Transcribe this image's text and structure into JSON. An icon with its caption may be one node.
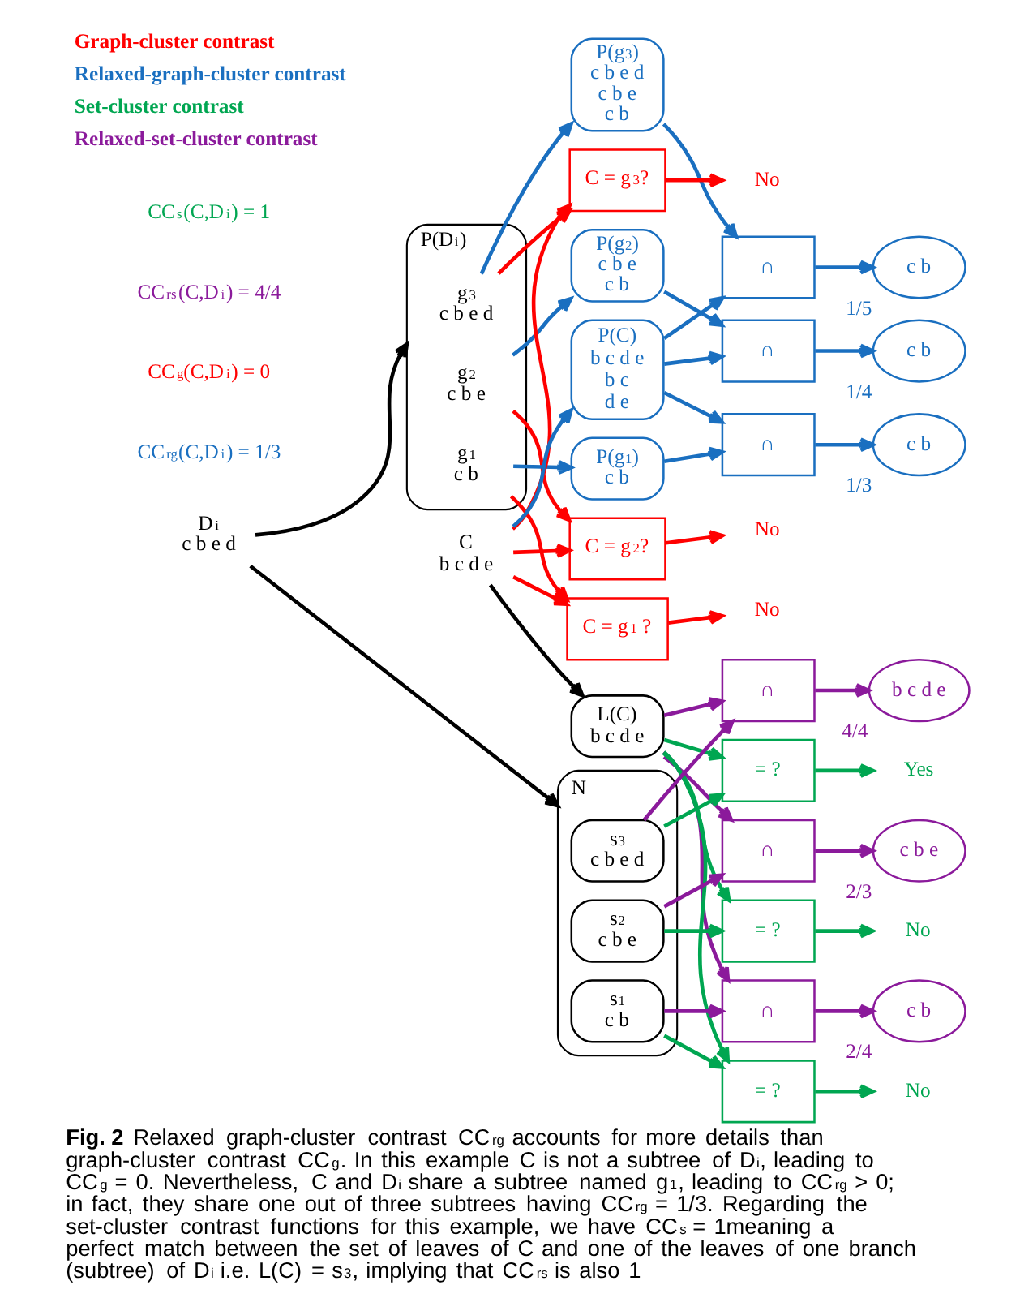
{
  "diagram": {
    "caption": "**Fig. 2** Relaxed graph-cluster contrast CC$_{rg}$ accounts for more details than graph-cluster contrast CC$_{g}$. In this example C is not a subtree of D$_{i}$, leading to CC$_{g}$ = 0. Nevertheless, C and D$_{i}$ share a subtree named g$_{1}$, leading to CC$_{rg}$ > 0; in fact, they share one out of three subtrees having CC$_{rg}$ = 1/3. Regarding the set-cluster contrast functions for this example, we have CC$_{s}$ = 1meaning a perfect match between the set of leaves of C and one of the leaves of one branch (subtree) of D$_{i}$ i.e. L(C) = s$_{3}$, implying that CC$_{rs}$ is also 1",
    "nodes": [
      {
        "text": [
          "P(D$_{i}$)"
        ]
      },
      {
        "text": [
          "g$_{3}$",
          "c b e d"
        ],
        "in": 0
      },
      {
        "text": [
          "g$_{2}$",
          "c b e"
        ],
        "in": 0
      },
      {
        "text": [
          "g$_{1}$",
          "c b"
        ],
        "in": 0
      },
      {
        "text": [
          "P(g$_{3}$)",
          "c b e d",
          "c b e",
          "c b"
        ]
      },
      {
        "text": [
          "P(g$_{2}$)",
          "c b e",
          "c b"
        ]
      },
      {
        "text": [
          "P(g$_{1}$)",
          "c b"
        ]
      },
      {
        "text": [
          "∩"
        ]
      },
      {
        "text": [
          "c b"
        ],
        "beside": [
          "1/5"
        ]
      },
      {
        "text": [
          "∩"
        ]
      },
      {
        "text": [
          "c b"
        ],
        "beside": [
          "1/4"
        ]
      },
      {
        "text": [
          "∩"
        ]
      },
      {
        "text": [
          "c b"
        ],
        "beside": [
          "1/3"
        ]
      },
      {
        "text": [
          "C = g$_{3}$?"
        ]
      },
      {
        "text": [
          "C = g$_{2}$?"
        ]
      },
      {
        "text": [
          "C = g$_{1}$ ?"
        ]
      },
      {
        "text": [
          "No"
        ]
      },
      {
        "text": [
          "No"
        ]
      },
      {
        "text": [
          "No"
        ]
      },
      {
        "text": [
          "D$_{i}$",
          "c b e d"
        ]
      },
      {
        "text": [
          "C",
          "b c d e"
        ]
      },
      {
        "text": [
          "P(C)",
          "b c d e",
          "b c",
          "d e"
        ]
      },
      {
        "text": [
          "L(C)",
          "b c d e"
        ]
      },
      {
        "text": [
          "N"
        ]
      },
      {
        "text": [
          "s$_{3}$",
          "c b e d"
        ],
        "in": 23
      },
      {
        "text": [
          "s$_{2}$",
          "c b e"
        ],
        "in": 23
      },
      {
        "text": [
          "s$_{1}$",
          "c b"
        ],
        "in": 23
      },
      {
        "text": [
          "∩"
        ]
      },
      {
        "text": [
          "∩"
        ]
      },
      {
        "text": [
          "∩"
        ]
      },
      {
        "text": [
          "b c d e"
        ],
        "beside": [
          "4/4"
        ]
      },
      {
        "text": [
          "c b e"
        ],
        "beside": [
          "2/3"
        ]
      },
      {
        "text": [
          "c b"
        ],
        "beside": [
          "2/4"
        ]
      },
      {
        "text": [
          "= ?"
        ]
      },
      {
        "text": [
          "= ?"
        ]
      },
      {
        "text": [
          "= ?"
        ]
      },
      {
        "text": [
          "Yes"
        ]
      },
      {
        "text": [
          "No"
        ]
      },
      {
        "text": [
          "No"
        ]
      }
    ],
    "edges": [
      {
        "from": 19,
        "to": 0,
        "arrow": "to",
        "color": "#000000"
      },
      {
        "from": 19,
        "to": 23,
        "arrow": "to",
        "color": "#000000"
      },
      {
        "from": 20,
        "to": 22,
        "arrow": "to",
        "color": "#000000"
      },
      {
        "from": 1,
        "to": 4,
        "arrow": "to"
      },
      {
        "from": 2,
        "to": 5,
        "arrow": "to"
      },
      {
        "from": 3,
        "to": 6,
        "arrow": "to"
      },
      {
        "from": 20,
        "to": 21,
        "arrow": "to"
      },
      {
        "from": 4,
        "to": 7,
        "arrow": "to"
      },
      {
        "from": 5,
        "to": 9,
        "arrow": "to"
      },
      {
        "from": 6,
        "to": 11,
        "arrow": "to"
      },
      {
        "from": 21,
        "to": 7,
        "arrow": "to"
      },
      {
        "from": 21,
        "to": 9,
        "arrow": "to"
      },
      {
        "from": 21,
        "to": 11,
        "arrow": "to"
      },
      {
        "from": 7,
        "to": 8,
        "arrow": "to"
      },
      {
        "from": 9,
        "to": 10,
        "arrow": "to"
      },
      {
        "from": 11,
        "to": 12,
        "arrow": "to"
      },
      {
        "from": 1,
        "to": 13,
        "arrow": "to",
        "color": "#ff0000"
      },
      {
        "from": 2,
        "to": 14,
        "arrow": "to",
        "color": "#ff0000"
      },
      {
        "from": 3,
        "to": 15,
        "arrow": "to",
        "color": "#ff0000"
      },
      {
        "from": 20,
        "to": 13,
        "arrow": "to",
        "color": "#ff0000"
      },
      {
        "from": 20,
        "to": 14,
        "arrow": "to",
        "color": "#ff0000"
      },
      {
        "from": 20,
        "to": 15,
        "arrow": "to",
        "color": "#ff0000"
      },
      {
        "from": 13,
        "to": 16,
        "arrow": "to",
        "color": "#ff0000"
      },
      {
        "from": 14,
        "to": 17,
        "arrow": "to",
        "color": "#ff0000"
      },
      {
        "from": 15,
        "to": 18,
        "arrow": "to",
        "color": "#ff0000"
      },
      {
        "from": 22,
        "to": 27,
        "arrow": "to",
        "color": "#8b1a9b"
      },
      {
        "from": 22,
        "to": 28,
        "arrow": "to",
        "color": "#8b1a9b"
      },
      {
        "from": 22,
        "to": 29,
        "arrow": "to",
        "color": "#8b1a9b"
      },
      {
        "from": 24,
        "to": 27,
        "arrow": "to",
        "color": "#8b1a9b"
      },
      {
        "from": 25,
        "to": 28,
        "arrow": "to",
        "color": "#8b1a9b"
      },
      {
        "from": 26,
        "to": 29,
        "arrow": "to",
        "color": "#8b1a9b"
      },
      {
        "from": 27,
        "to": 30,
        "arrow": "to",
        "color": "#8b1a9b"
      },
      {
        "from": 28,
        "to": 31,
        "arrow": "to",
        "color": "#8b1a9b"
      },
      {
        "from": 29,
        "to": 32,
        "arrow": "to",
        "color": "#8b1a9b"
      },
      {
        "from": 22,
        "to": 33,
        "arrow": "to",
        "color": "#00a651"
      },
      {
        "from": 22,
        "to": 34,
        "arrow": "to",
        "color": "#00a651"
      },
      {
        "from": 22,
        "to": 35,
        "arrow": "to",
        "color": "#00a651"
      },
      {
        "from": 24,
        "to": 33,
        "arrow": "to",
        "color": "#00a651"
      },
      {
        "from": 25,
        "to": 34,
        "arrow": "to",
        "color": "#00a651"
      },
      {
        "from": 26,
        "to": 35,
        "arrow": "to",
        "color": "#00a651"
      },
      {
        "from": 33,
        "to": 36,
        "arrow": "to",
        "color": "#00a651"
      },
      {
        "from": 34,
        "to": 37,
        "arrow": "to",
        "color": "#00a651"
      },
      {
        "from": 35,
        "to": 38,
        "arrow": "to",
        "color": "#00a651"
      }
    ],
    "labels": [
      "CC$_{rg}$(C,D$_{i}$) = 1/3",
      "CC$_{g}$(C,D$_{i}$) = 0",
      "CC$_{rs}$(C,D$_{i}$) = 4/4",
      "CC$_{s}$(C,D$_{i}$) = 1"
    ],
    "legend": [
      {
        "text": "Graph-cluster contrast",
        "color": "#ff0000"
      },
      {
        "text": "Relaxed-graph-cluster contrast",
        "color": "#1a6fc0"
      },
      {
        "text": "Set-cluster contrast",
        "color": "#00a651"
      },
      {
        "text": "Relaxed-set-cluster contrast",
        "color": "#8b1a9b"
      }
    ]
  }
}
